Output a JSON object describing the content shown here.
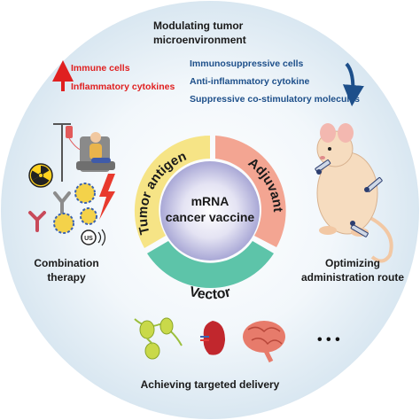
{
  "center": {
    "line1": "mRNA",
    "line2": "cancer vaccine"
  },
  "ring": {
    "tumor_antigen": "Tumor antigen",
    "adjuvant": "Adjuvant",
    "vector": "Vector",
    "colors": {
      "tumor_antigen": "#f6e486",
      "adjuvant": "#f3a592",
      "vector": "#5dc4a9",
      "center_gradient_inner": "#ffffff",
      "center_gradient_outer": "#a9a8d6"
    }
  },
  "top": {
    "title_line1": "Modulating  tumor",
    "title_line2": "microenvironment",
    "up_items": [
      "Immune cells",
      "Inflammatory cytokines"
    ],
    "down_items": [
      "Immunosuppressive cells",
      "Anti-inflammatory cytokine",
      "Suppressive co-stimulatory molecules"
    ],
    "up_color": "#e02020",
    "down_color": "#1d4f8a"
  },
  "left": {
    "line1": "Combination",
    "line2": "therapy",
    "us_label": "US"
  },
  "right": {
    "line1": "Optimizing",
    "line2": "administration route"
  },
  "bottom": {
    "label": "Achieving targeted delivery",
    "ellipsis": "• • •"
  },
  "background": {
    "outer_circle": "#dde9f2",
    "inner_glow": "#f7fafc"
  }
}
